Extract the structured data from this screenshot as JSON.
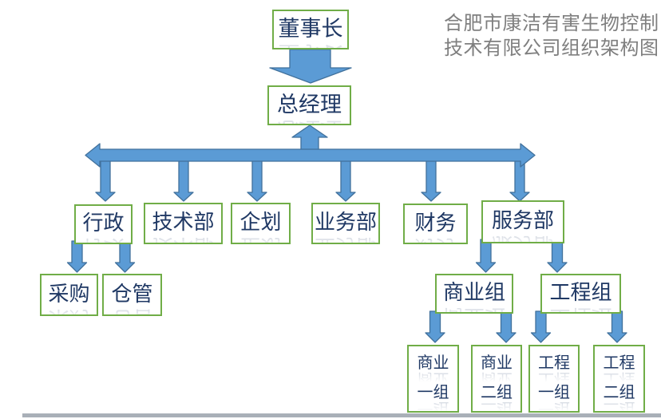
{
  "title": {
    "line1": "合肥市康洁有害生物控制",
    "line2": "技术有限公司组织架构图"
  },
  "nodes": {
    "chairman": "董事长",
    "general_manager": "总经理",
    "admin": "行政",
    "tech_dept": "技术部",
    "planning": "企划",
    "business_dept": "业务部",
    "finance": "财务",
    "service_dept": "服务部",
    "procurement": "采购",
    "warehouse": "仓管",
    "commercial_group": "商业组",
    "engineering_group": "工程组",
    "commercial_team_1": {
      "line1": "商业",
      "line2": "一组"
    },
    "commercial_team_2": {
      "line1": "商业",
      "line2": "二组"
    },
    "engineering_team_1": {
      "line1": "工程",
      "line2": "一组"
    },
    "engineering_team_2": {
      "line1": "工程",
      "line2": "二组"
    }
  },
  "colors": {
    "arrow_fill": "#5B9BD5",
    "arrow_border": "#41719C",
    "box_border": "#70AD47",
    "box_text": "#1F3864",
    "title_text": "#7F7F7F",
    "scrollbar": "#A9B0B8"
  }
}
